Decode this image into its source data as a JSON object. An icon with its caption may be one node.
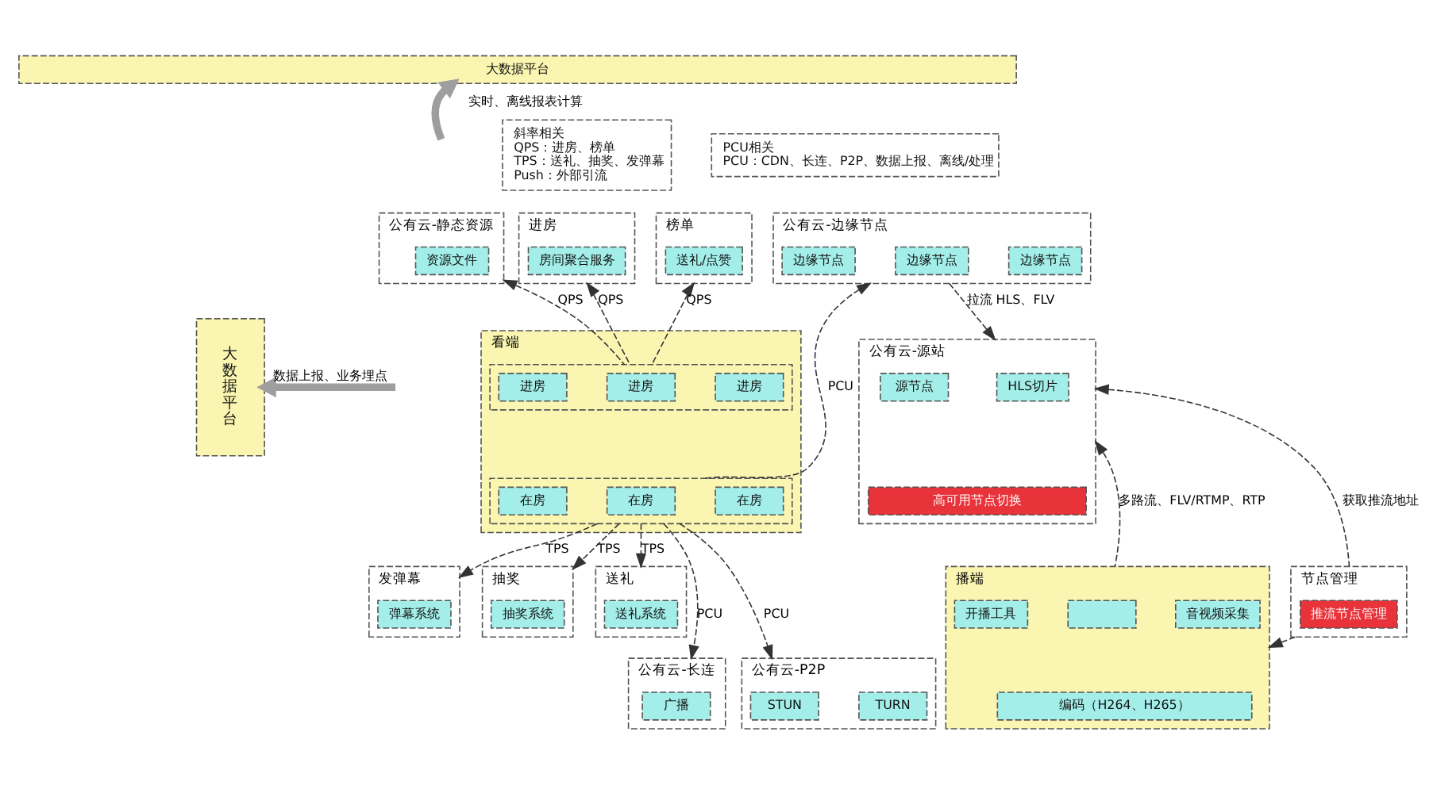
{
  "diagram": {
    "nodes": [
      {
        "text": [
          "大数据平台"
        ]
      },
      {
        "text": [
          "大数据平台"
        ]
      },
      {
        "text": [
          "斜率相关",
          "QPS：进房、榜单",
          "TPS：送礼、抽奖、发弹幕",
          "Push：外部引流"
        ]
      },
      {
        "text": [
          "PCU相关",
          "PCU：CDN、长连、P2P、数据上报、离线/处理"
        ]
      },
      {
        "text": [
          "公有云-静态资源"
        ]
      },
      {
        "text": [
          "资源文件"
        ],
        "in": 4
      },
      {
        "text": [
          "进房"
        ]
      },
      {
        "text": [
          "房间聚合服务"
        ],
        "in": 6
      },
      {
        "text": [
          "榜单"
        ]
      },
      {
        "text": [
          "送礼/点赞"
        ],
        "in": 8
      },
      {
        "text": [
          "公有云-边缘节点"
        ]
      },
      {
        "text": [
          "边缘节点"
        ],
        "in": 10
      },
      {
        "text": [
          "边缘节点"
        ],
        "in": 10
      },
      {
        "text": [
          "边缘节点"
        ],
        "in": 10
      },
      {
        "text": [
          "看端"
        ]
      },
      {
        "text": [],
        "shape": "box",
        "in": 14
      },
      {
        "text": [
          "进房"
        ],
        "in": 15
      },
      {
        "text": [
          "进房"
        ],
        "in": 15
      },
      {
        "text": [
          "进房"
        ],
        "in": 15
      },
      {
        "text": [],
        "shape": "box",
        "in": 14
      },
      {
        "text": [
          "在房"
        ],
        "in": 19
      },
      {
        "text": [
          "在房"
        ],
        "in": 19
      },
      {
        "text": [
          "在房"
        ],
        "in": 19
      },
      {
        "text": [
          "公有云-源站"
        ]
      },
      {
        "text": [
          "源节点"
        ],
        "in": 23
      },
      {
        "text": [
          "HLS切片"
        ],
        "in": 23
      },
      {
        "text": [
          "高可用节点切换"
        ],
        "in": 23
      },
      {
        "text": [
          "发弹幕"
        ]
      },
      {
        "text": [
          "弹幕系统"
        ],
        "in": 27
      },
      {
        "text": [
          "抽奖"
        ]
      },
      {
        "text": [
          "抽奖系统"
        ],
        "in": 29
      },
      {
        "text": [
          "送礼"
        ]
      },
      {
        "text": [
          "送礼系统"
        ],
        "in": 31
      },
      {
        "text": [
          "公有云-长连"
        ]
      },
      {
        "text": [
          "广播"
        ],
        "in": 33
      },
      {
        "text": [
          "公有云-P2P"
        ]
      },
      {
        "text": [
          "STUN"
        ],
        "in": 35
      },
      {
        "text": [
          "TURN"
        ],
        "in": 35
      },
      {
        "text": [
          "播端"
        ]
      },
      {
        "text": [
          "开播工具"
        ],
        "in": 38
      },
      {
        "text": [],
        "shape": "box",
        "in": 38
      },
      {
        "text": [
          "音视频采集"
        ],
        "in": 38
      },
      {
        "text": [
          "编码（H264、H265）"
        ],
        "in": 38
      },
      {
        "text": [
          "节点管理"
        ]
      },
      {
        "text": [
          "推流节点管理"
        ],
        "in": 43
      }
    ],
    "edges": [
      {
        "from": null,
        "to": 0,
        "arrow": "to",
        "label": "实时、离线报表计算",
        "style": "thick",
        "color": "#9e9e9e"
      },
      {
        "from": null,
        "to": 1,
        "arrow": "to",
        "label": "数据上报、业务埋点",
        "style": "thick",
        "color": "#9e9e9e"
      },
      {
        "from": 15,
        "to": 4,
        "arrow": "to",
        "label": "QPS",
        "style": "dashed"
      },
      {
        "from": 15,
        "to": 6,
        "arrow": "to",
        "label": "QPS",
        "style": "dashed"
      },
      {
        "from": 15,
        "to": 8,
        "arrow": "to",
        "label": "QPS",
        "style": "dashed"
      },
      {
        "from": 19,
        "to": 10,
        "arrow": "to",
        "label": "PCU",
        "style": "dashed"
      },
      {
        "from": 10,
        "to": 23,
        "arrow": "to",
        "label": "拉流 HLS、FLV",
        "style": "dashed"
      },
      {
        "from": 19,
        "to": 27,
        "arrow": "to",
        "label": "TPS",
        "style": "dashed"
      },
      {
        "from": 19,
        "to": 29,
        "arrow": "to",
        "label": "TPS",
        "style": "dashed"
      },
      {
        "from": 19,
        "to": 31,
        "arrow": "to",
        "label": "TPS",
        "style": "dashed"
      },
      {
        "from": 19,
        "to": 33,
        "arrow": "to",
        "label": "PCU",
        "style": "dashed"
      },
      {
        "from": 19,
        "to": 35,
        "arrow": "to",
        "label": "PCU",
        "style": "dashed"
      },
      {
        "from": 38,
        "to": 23,
        "arrow": "to",
        "label": "多路流、FLV/RTMP、RTP",
        "style": "dashed"
      },
      {
        "from": 43,
        "to": 23,
        "arrow": "to",
        "label": "获取推流地址",
        "style": "dashed"
      },
      {
        "from": 43,
        "to": 38,
        "arrow": "to",
        "style": "dashed"
      }
    ]
  }
}
